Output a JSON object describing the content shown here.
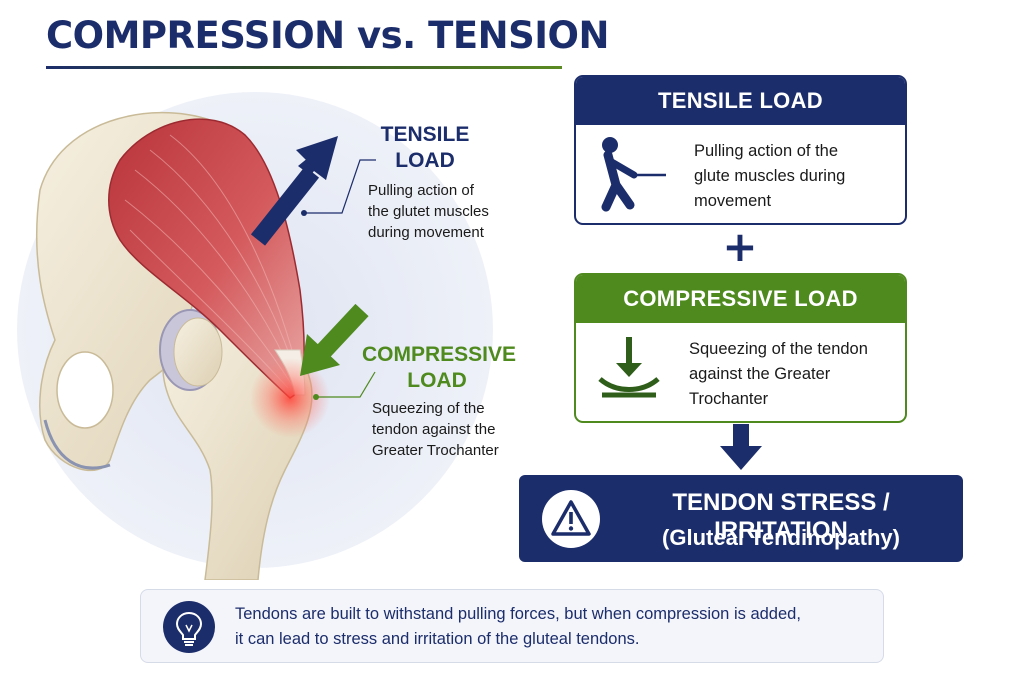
{
  "title": "COMPRESSION vs. TENSION",
  "anatomy": {
    "tensile_label_line1": "TENSILE",
    "tensile_label_line2": "LOAD",
    "tensile_desc_line1": "Pulling action of",
    "tensile_desc_line2": "the glutet muscles",
    "tensile_desc_line3": "during movement",
    "compressive_label_line1": "COMPRESSIVE",
    "compressive_label_line2": "LOAD",
    "compressive_desc_line1": "Squeezing of the",
    "compressive_desc_line2": "tendon against the",
    "compressive_desc_line3": "Greater Trochanter"
  },
  "tensile_card": {
    "header": "TENSILE LOAD",
    "line1": "Pulling action of the",
    "line2": "glute muscles during",
    "line3": "movement",
    "icon": "person-pulling-icon"
  },
  "plus_symbol": "+",
  "compressive_card": {
    "header": "COMPRESSIVE LOAD",
    "line1": "Squeezing of the tendon",
    "line2": "against the Greater",
    "line3": "Trochanter",
    "icon": "compression-arrow-icon"
  },
  "result": {
    "line1": "TENDON STRESS / IRRITATION",
    "line2": "(Gluteal Tendinopathy)",
    "icon": "warning-icon"
  },
  "note": {
    "line1": "Tendons are built to withstand pulling forces, but when compression is added,",
    "line2": "it can lead to stress and irritation of the gluteal tendons.",
    "icon": "lightbulb-icon"
  },
  "colors": {
    "navy": "#1c2d6b",
    "green": "#4f8a1f",
    "muscle_red": "#c8454a",
    "bone": "#efe6d2"
  }
}
